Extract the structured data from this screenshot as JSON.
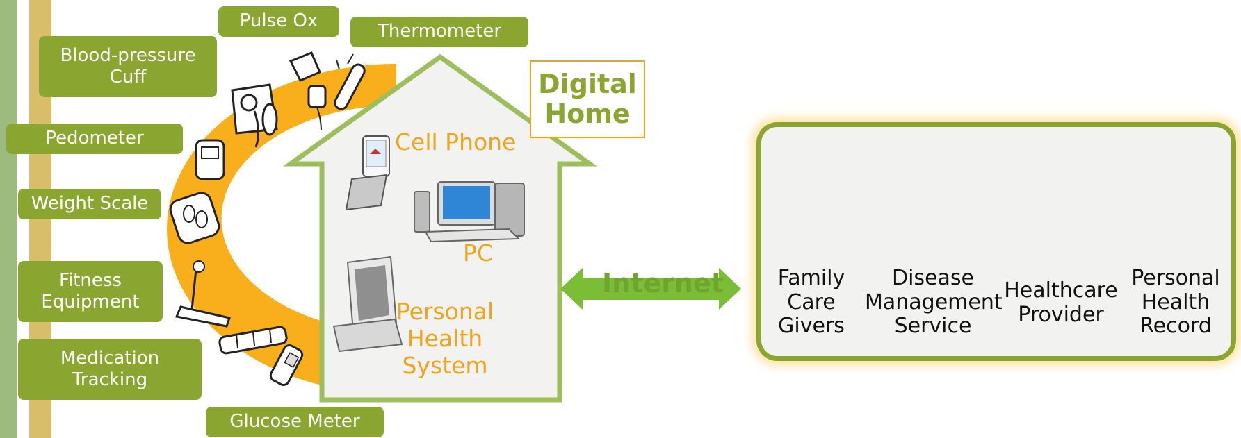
{
  "devices": {
    "pulse_ox": "Pulse Ox",
    "thermometer": "Thermometer",
    "blood_pressure_cuff": "Blood-pressure\nCuff",
    "pedometer": "Pedometer",
    "weight_scale": "Weight Scale",
    "fitness_equipment": "Fitness\nEquipment",
    "medication_tracking": "Medication\nTracking",
    "glucose_meter": "Glucose Meter"
  },
  "home": {
    "title": "Digital\nHome",
    "cell_phone": "Cell Phone",
    "pc": "PC",
    "personal_health_system": "Personal\nHealth\nSystem"
  },
  "connection": {
    "label": "Internet"
  },
  "services": {
    "family_care_givers": "Family\nCare\nGivers",
    "disease_management_service": "Disease\nManagement\nService",
    "healthcare_provider": "Healthcare\nProvider",
    "personal_health_record": "Personal\nHealth\nRecord"
  },
  "colors": {
    "green": "#8aa630",
    "orange": "#f0a41c",
    "panel_bg": "#f2f2f1",
    "internet_green": "#6fa52c"
  }
}
